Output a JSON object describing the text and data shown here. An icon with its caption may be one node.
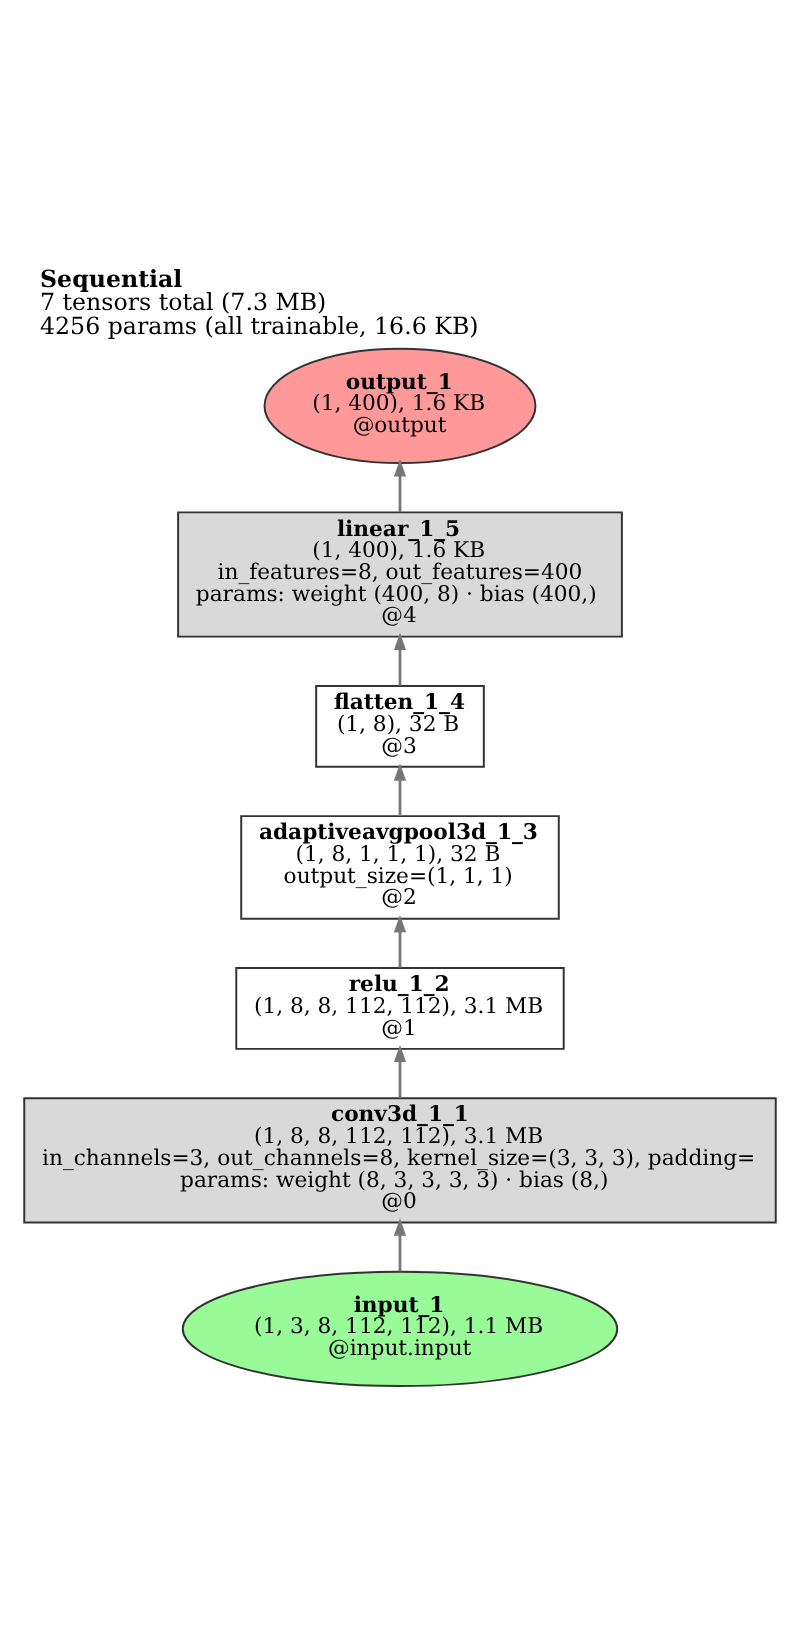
{
  "diagram": {
    "title": "Sequential",
    "nodes": [
      {
        "text": [
          "output_1",
          "(1, 400), 1.6 KB",
          "@output"
        ]
      },
      {
        "text": [
          "linear_1_5",
          "(1, 400), 1.6 KB",
          "in_features=8, out_features=400",
          "params: weight (400, 8) · bias (400,)",
          "@4"
        ]
      },
      {
        "text": [
          "flatten_1_4",
          "(1, 8), 32 B",
          "@3"
        ]
      },
      {
        "text": [
          "adaptiveavgpool3d_1_3",
          "(1, 8, 1, 1, 1), 32 B",
          "output_size=(1, 1, 1)",
          "@2"
        ]
      },
      {
        "text": [
          "relu_1_2",
          "(1, 8, 8, 112, 112), 3.1 MB",
          "@1"
        ]
      },
      {
        "text": [
          "conv3d_1_1",
          "(1, 8, 8, 112, 112), 3.1 MB",
          "in_channels=3, out_channels=8, kernel_size=(3, 3, 3), padding=",
          "params: weight (8, 3, 3, 3, 3) · bias (8,)",
          "@0"
        ]
      },
      {
        "text": [
          "input_1",
          "(1, 3, 8, 112, 112), 1.1 MB",
          "@input.input"
        ]
      }
    ],
    "edges": [
      {
        "from": 6,
        "to": 5,
        "arrow": "to"
      },
      {
        "from": 5,
        "to": 4,
        "arrow": "to"
      },
      {
        "from": 4,
        "to": 3,
        "arrow": "to"
      },
      {
        "from": 3,
        "to": 2,
        "arrow": "to"
      },
      {
        "from": 2,
        "to": 1,
        "arrow": "to"
      },
      {
        "from": 1,
        "to": 0,
        "arrow": "to"
      }
    ],
    "labels": [
      "7 tensors total (7.3 MB)",
      "4256 params (all trainable, 16.6 KB)"
    ]
  }
}
